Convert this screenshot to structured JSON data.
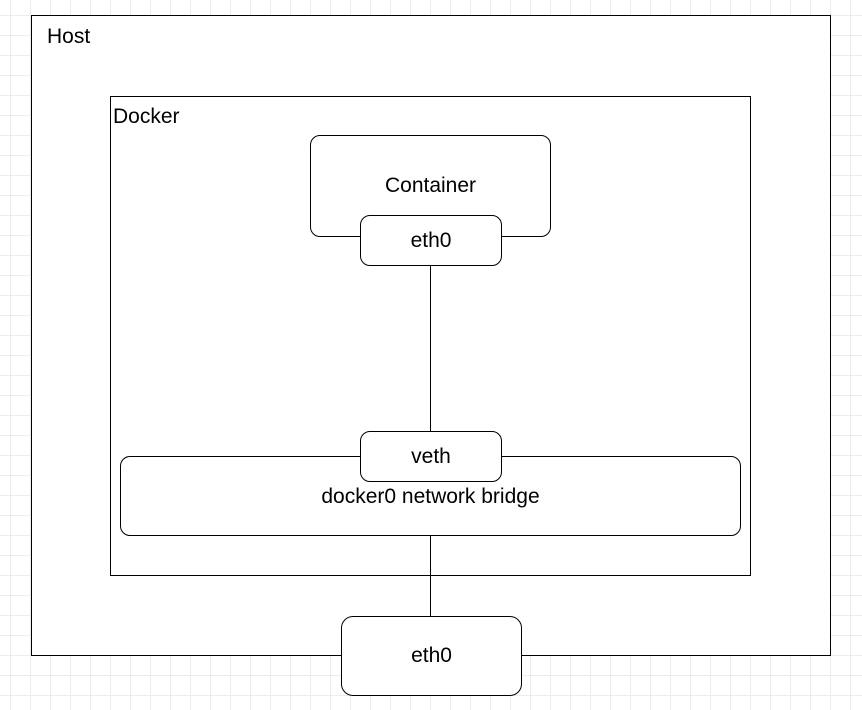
{
  "host": {
    "label": "Host"
  },
  "docker": {
    "label": "Docker"
  },
  "container": {
    "label": "Container",
    "interface_label": "eth0"
  },
  "bridge": {
    "label": "docker0 network bridge",
    "interface_label": "veth"
  },
  "host_interface": {
    "label": "eth0"
  }
}
